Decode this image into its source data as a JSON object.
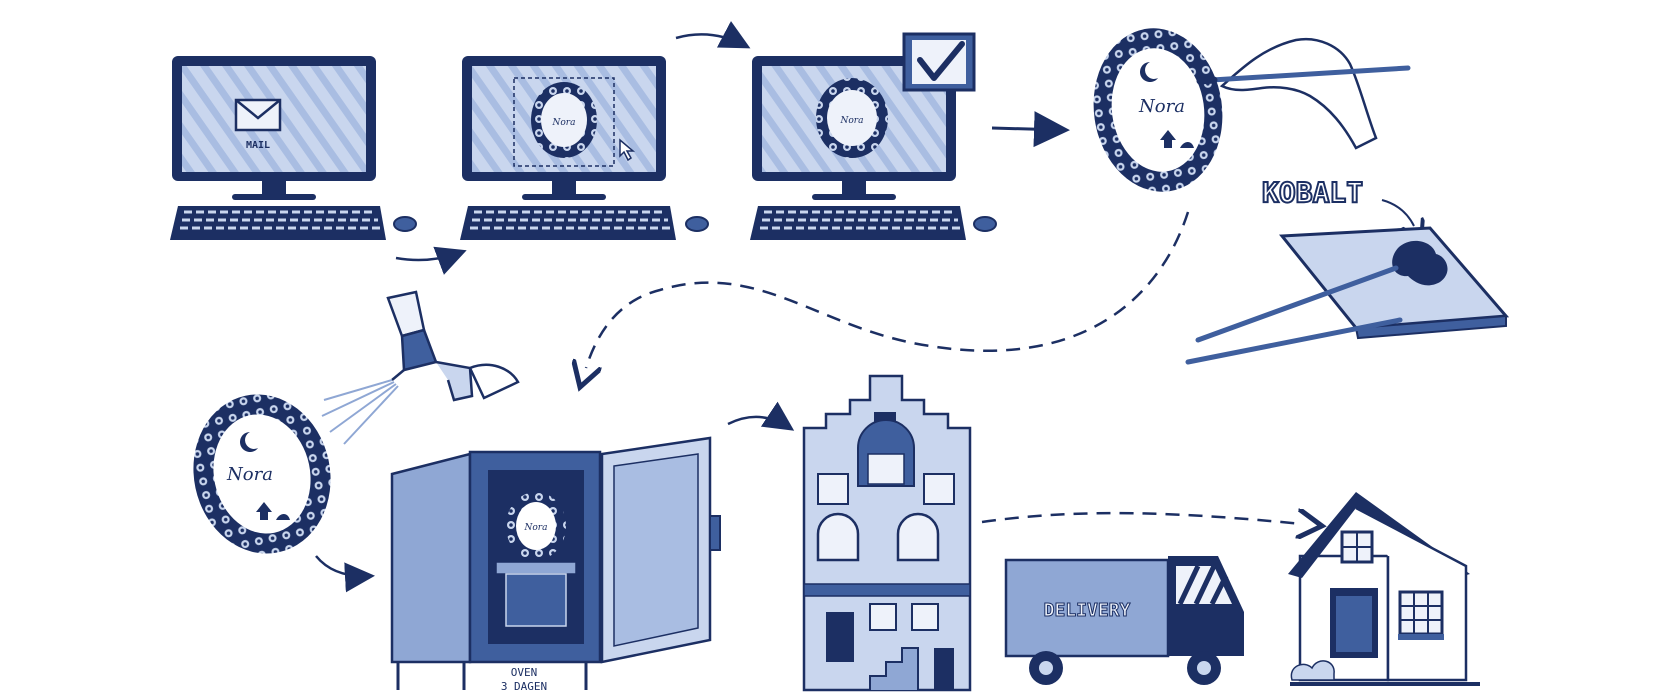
{
  "colors": {
    "ink": "#1c2f63",
    "mid": "#3f5f9e",
    "wash": "#8fa7d4",
    "light": "#c9d6ee",
    "paper": "#ffffff"
  },
  "labels": {
    "mail": "MAIL",
    "plate_name": "Nora",
    "kobalt": "KOBALT",
    "oven_line1": "OVEN",
    "oven_line2": "3 DAGEN",
    "delivery": "DELIVERY"
  },
  "icons": [
    "envelope-icon",
    "checkmark-icon",
    "cursor-icon",
    "moon-icon",
    "spray-gun-icon",
    "paintbrush-icon",
    "truck-icon",
    "house-icon"
  ]
}
